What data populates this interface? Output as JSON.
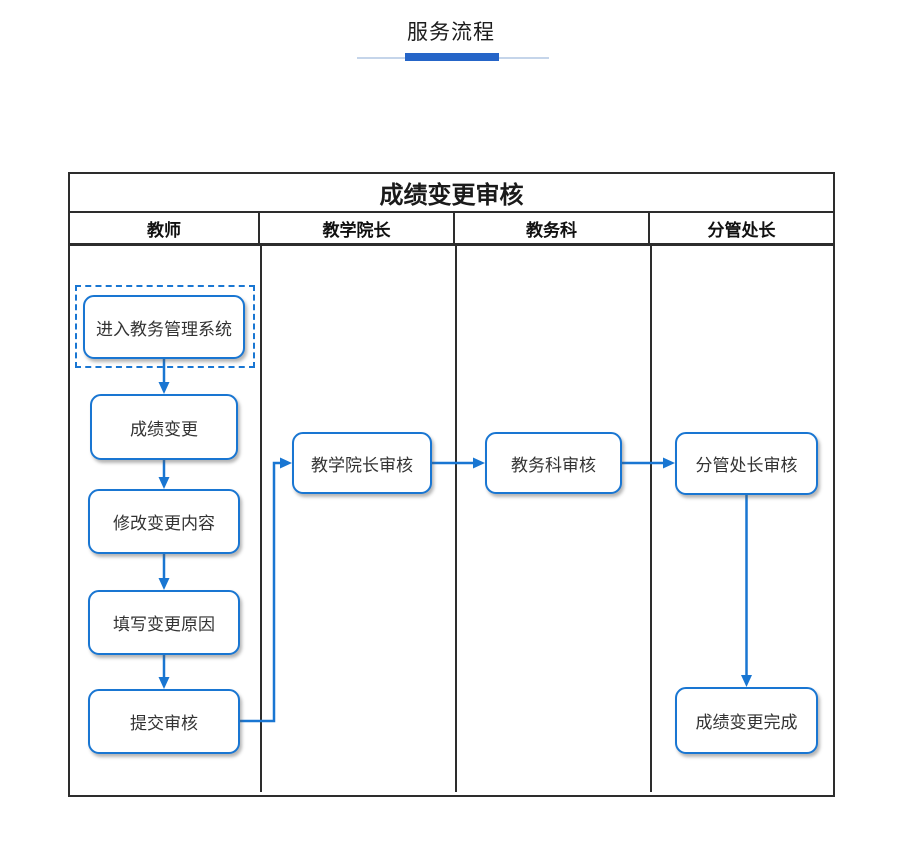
{
  "page": {
    "title": "服务流程"
  },
  "flowchart": {
    "title": "成绩变更审核",
    "lanes": [
      {
        "label": "教师"
      },
      {
        "label": "教学院长"
      },
      {
        "label": "教务科"
      },
      {
        "label": "分管处长"
      }
    ],
    "nodes": {
      "enter_system": "进入教务管理系统",
      "grade_change": "成绩变更",
      "modify_content": "修改变更内容",
      "fill_reason": "填写变更原因",
      "submit_review": "提交审核",
      "dean_review": "教学院长审核",
      "academic_review": "教务科审核",
      "director_review": "分管处长审核",
      "complete": "成绩变更完成"
    },
    "edges": [
      {
        "from": "enter_system",
        "to": "grade_change"
      },
      {
        "from": "grade_change",
        "to": "modify_content"
      },
      {
        "from": "modify_content",
        "to": "fill_reason"
      },
      {
        "from": "fill_reason",
        "to": "submit_review"
      },
      {
        "from": "submit_review",
        "to": "dean_review"
      },
      {
        "from": "dean_review",
        "to": "academic_review"
      },
      {
        "from": "academic_review",
        "to": "director_review"
      },
      {
        "from": "director_review",
        "to": "complete"
      }
    ],
    "start_node_style": "dashed-outline",
    "colors": {
      "node_border": "#1976d2",
      "arrow": "#1976d2",
      "frame_border": "#2d2d2d",
      "accent_bar": "#2565c8",
      "accent_line": "#c5d5ea",
      "node_text": "#333333"
    }
  }
}
